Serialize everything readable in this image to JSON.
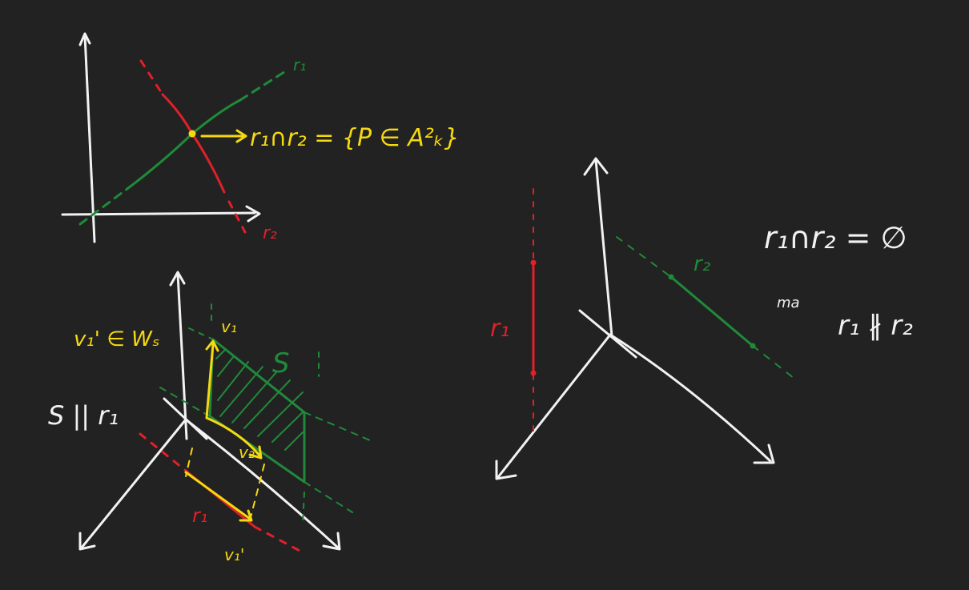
{
  "canvas": {
    "background": "#222222"
  },
  "colors": {
    "axes": "#f2f2f2",
    "green": "#1f8a3a",
    "red": "#e0202a",
    "yellow": "#f5d90f",
    "white": "#f2f2f2"
  },
  "diagram1": {
    "label_r1": "r₁",
    "label_r2": "r₂",
    "intersection": "r₁∩r₂ = {P ∈ A²ₖ}"
  },
  "diagram2": {
    "label_v1": "v₁",
    "label_v2": "v₂",
    "label_v1_prime": "v₁'",
    "label_r1": "r₁",
    "label_S": "S",
    "membership": "v₁' ∈ Wₛ",
    "parallel": "S || r₁"
  },
  "diagram3": {
    "label_r1": "r₁",
    "label_r2": "r₂",
    "empty_intersection": "r₁∩r₂ = ∅",
    "ma": "ma",
    "not_parallel": "r₁ ∦ r₂"
  }
}
